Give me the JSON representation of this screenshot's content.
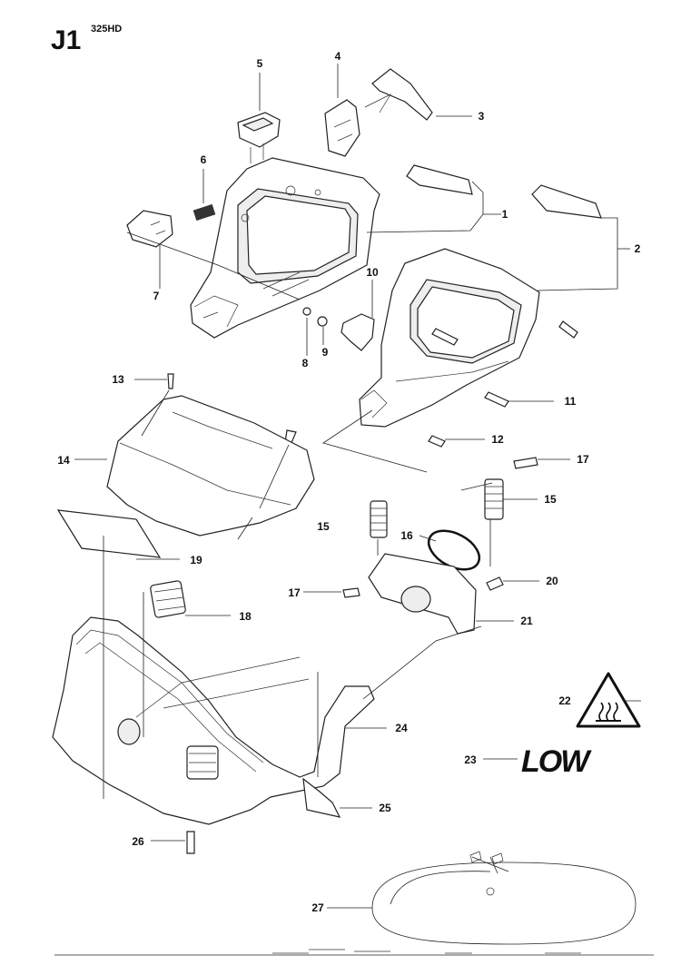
{
  "header": {
    "page_code": "J1",
    "model": "325HD"
  },
  "warning_logo": "LOW",
  "icons": [
    "hot-surface-warning-icon"
  ],
  "callouts": [
    {
      "id": "c1",
      "label": "1"
    },
    {
      "id": "c2",
      "label": "2"
    },
    {
      "id": "c3",
      "label": "3"
    },
    {
      "id": "c4",
      "label": "4"
    },
    {
      "id": "c5",
      "label": "5"
    },
    {
      "id": "c6",
      "label": "6"
    },
    {
      "id": "c7",
      "label": "7"
    },
    {
      "id": "c8",
      "label": "8"
    },
    {
      "id": "c9",
      "label": "9"
    },
    {
      "id": "c10",
      "label": "10"
    },
    {
      "id": "c11",
      "label": "11"
    },
    {
      "id": "c12",
      "label": "12"
    },
    {
      "id": "c13",
      "label": "13"
    },
    {
      "id": "c14",
      "label": "14"
    },
    {
      "id": "c15a",
      "label": "15"
    },
    {
      "id": "c15b",
      "label": "15"
    },
    {
      "id": "c16",
      "label": "16"
    },
    {
      "id": "c17a",
      "label": "17"
    },
    {
      "id": "c17b",
      "label": "17"
    },
    {
      "id": "c18",
      "label": "18"
    },
    {
      "id": "c19",
      "label": "19"
    },
    {
      "id": "c20",
      "label": "20"
    },
    {
      "id": "c21",
      "label": "21"
    },
    {
      "id": "c22",
      "label": "22"
    },
    {
      "id": "c23",
      "label": "23"
    },
    {
      "id": "c24",
      "label": "24"
    },
    {
      "id": "c25",
      "label": "25"
    },
    {
      "id": "c26",
      "label": "26"
    },
    {
      "id": "c27",
      "label": "27"
    }
  ]
}
